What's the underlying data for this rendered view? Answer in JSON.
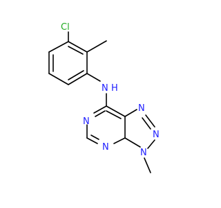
{
  "molecule": {
    "atoms": {
      "cl": "Cl",
      "n_amine": "N",
      "h_amine": "H",
      "n_pyr_left": "N",
      "n_pyr_bottom": "N",
      "n_tri_top": "N",
      "n_tri_right": "N",
      "n_tri_methyl": "N"
    },
    "colors": {
      "bond": "#000000",
      "nitrogen": "#2020ff",
      "chlorine": "#22aa22",
      "background": "#ffffff"
    }
  }
}
